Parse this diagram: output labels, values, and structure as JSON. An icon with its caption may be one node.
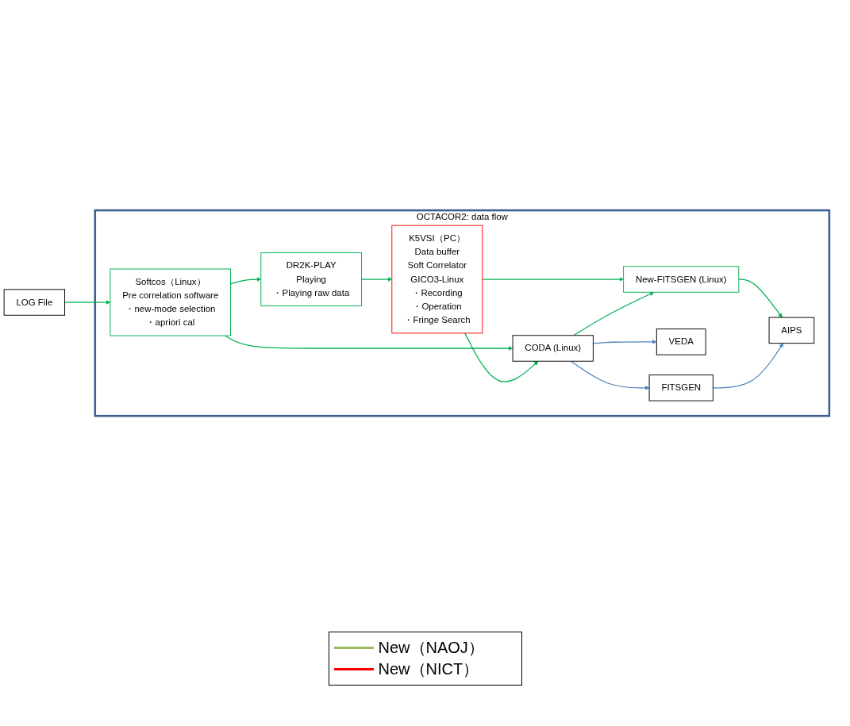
{
  "diagram": {
    "nodes": [
      {
        "text": [
          "OCTACOR2: data flow"
        ]
      },
      {
        "text": [
          "Softcos（Linux）",
          "Pre correlation software",
          "・new-mode selection",
          "・apriori cal"
        ],
        "in": 0
      },
      {
        "text": [
          "CODA (Linux)"
        ],
        "in": 0
      },
      {
        "text": [
          "FITSGEN"
        ],
        "in": 0
      },
      {
        "text": [
          "VEDA"
        ],
        "in": 0
      },
      {
        "text": [
          "AIPS"
        ],
        "in": 0
      },
      {
        "text": [
          "LOG File"
        ]
      },
      {
        "text": [
          "K5VSI（PC）",
          "Data buffer",
          "Soft Correlator",
          "GICO3-Linux",
          "・Recording",
          "・Operation",
          "・Fringe Search"
        ],
        "in": 0
      },
      {
        "text": [
          "DR2K-PLAY",
          "Playing",
          "・Playing raw data"
        ],
        "in": 0
      },
      {
        "text": [
          "New-FITSGEN (Linux)"
        ],
        "in": 0
      }
    ],
    "edges": [
      {
        "from": 6,
        "to": 1,
        "arrow": "to"
      },
      {
        "from": 1,
        "to": 2,
        "arrow": "to"
      },
      {
        "from": 1,
        "to": 8,
        "arrow": "to"
      },
      {
        "from": 8,
        "to": 7,
        "arrow": "to"
      },
      {
        "from": 7,
        "to": 2,
        "arrow": "to"
      },
      {
        "from": 7,
        "to": 9,
        "arrow": "to"
      },
      {
        "from": 2,
        "to": 9,
        "arrow": "to"
      },
      {
        "from": 9,
        "to": 5,
        "arrow": "to"
      },
      {
        "from": 2,
        "to": 3,
        "arrow": "to",
        "color": "#4f81bd"
      },
      {
        "from": 2,
        "to": 4,
        "arrow": "to",
        "color": "#4f81bd"
      },
      {
        "from": 3,
        "to": 5,
        "arrow": "to",
        "color": "#4f81bd"
      }
    ],
    "legend": [
      {
        "text": "New（NAOJ）"
      },
      {
        "text": "New（NICT）"
      }
    ]
  }
}
